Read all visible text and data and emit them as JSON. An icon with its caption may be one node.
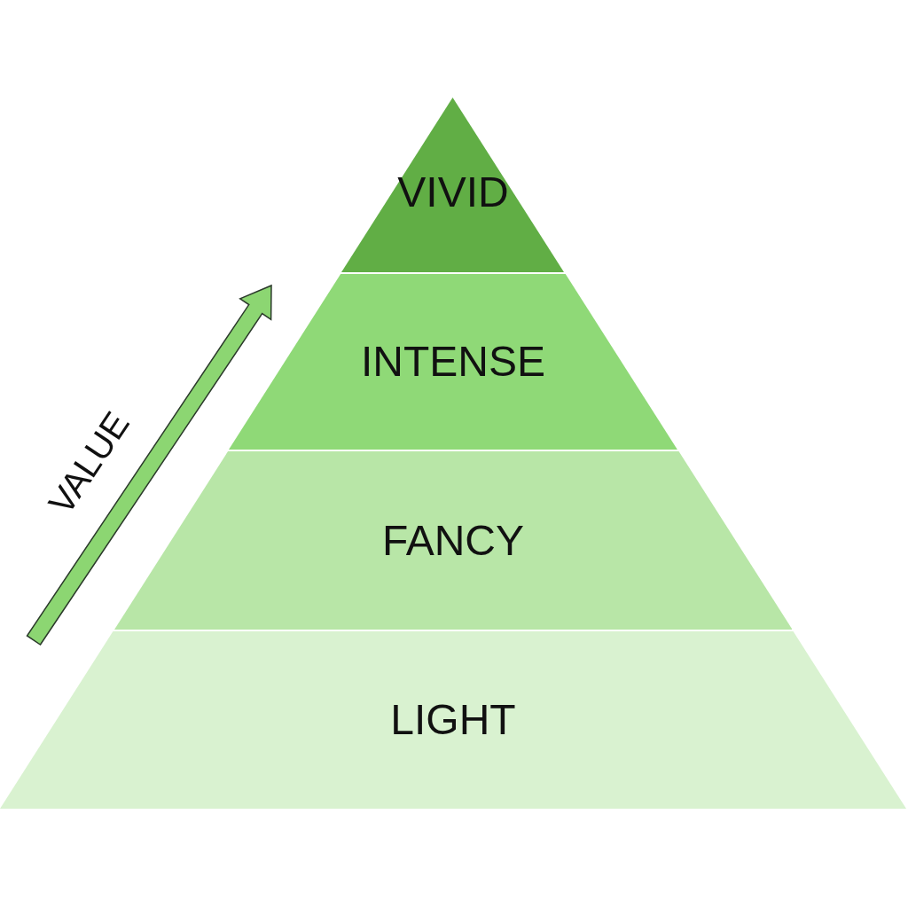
{
  "diagram": {
    "nodes": [
      {
        "text": [
          "VIVID"
        ]
      },
      {
        "text": [
          "INTENSE"
        ]
      },
      {
        "text": [
          "FANCY"
        ]
      },
      {
        "text": [
          "LIGHT"
        ]
      }
    ],
    "labels": [
      "VALUE"
    ]
  }
}
